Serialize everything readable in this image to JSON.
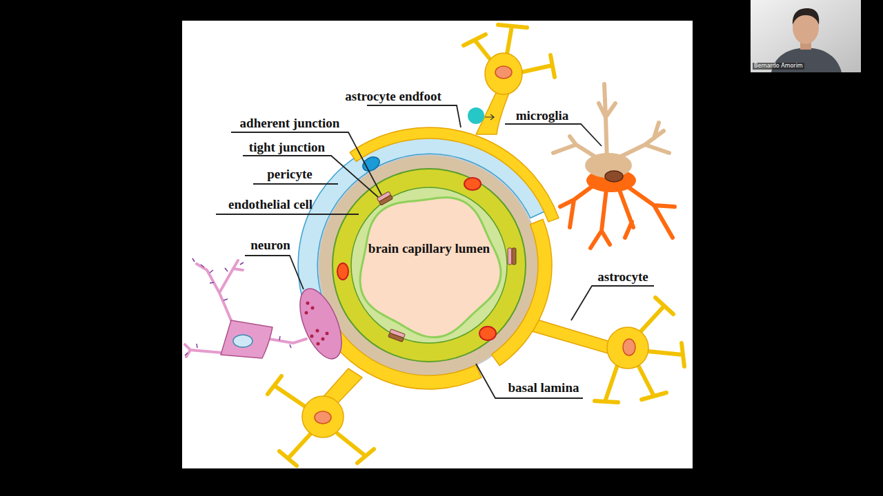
{
  "diagram": {
    "nodes": [
      {
        "text": [
          "brain capillary lumen"
        ]
      },
      {
        "text": [
          "Bernardo Amorim"
        ]
      }
    ],
    "labels": [
      "astrocyte endfoot",
      "microglia",
      "adherent junction",
      "tight junction",
      "pericyte",
      "endothelial cell",
      "neuron",
      "astrocyte",
      "basal lamina"
    ]
  }
}
